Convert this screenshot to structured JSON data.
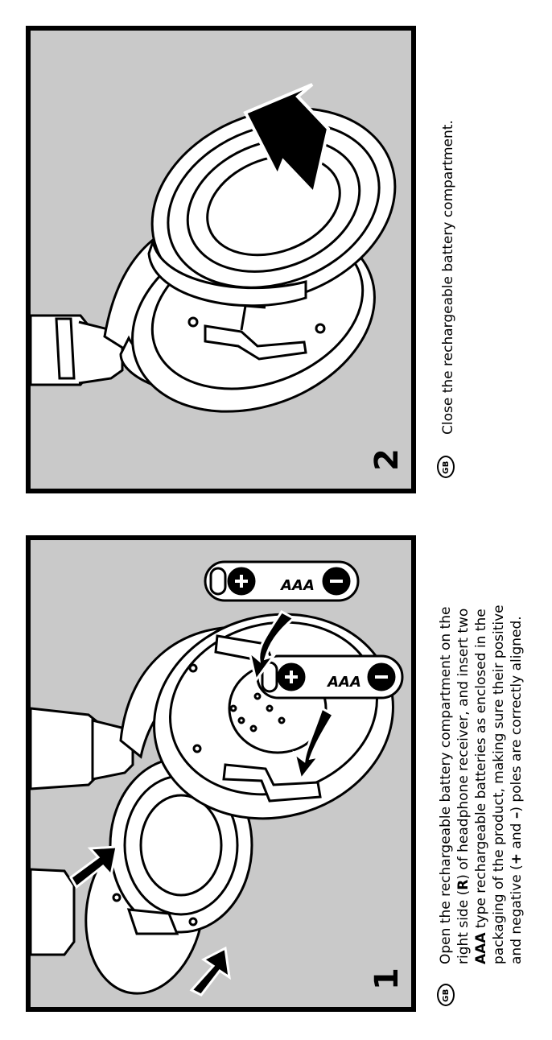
{
  "panel_top": {
    "step_number": "2",
    "caption": "Close the rechargeable battery compartment.",
    "lang_badge": "GB"
  },
  "panel_bottom": {
    "step_number": "1",
    "lang_badge": "GB",
    "battery_label_a": "AAA",
    "battery_label_b": "AAA",
    "caption_lines": [
      [
        "Open the rechargeable battery compartment on the"
      ],
      [
        "right side (",
        "R",
        ") of headphone receiver, and insert two"
      ],
      [
        "AAA",
        " type rechargeable batteries as enclosed in the"
      ],
      [
        "packaging of the product, making sure their positive"
      ],
      [
        "and negative (",
        "+",
        " and ",
        "–",
        ") poles are correctly aligned."
      ]
    ]
  },
  "colors": {
    "panel_bg": "#c9c9c9",
    "panel_border": "#000000",
    "ink": "#000000"
  }
}
